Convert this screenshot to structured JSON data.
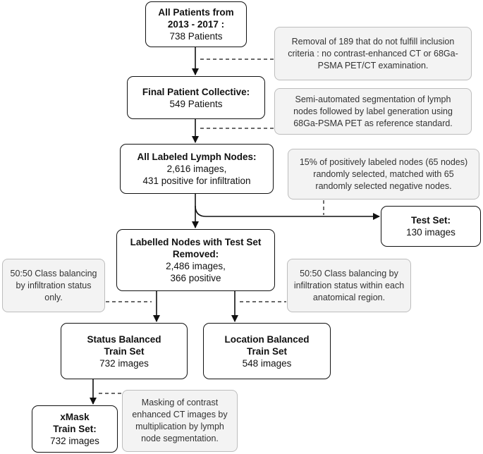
{
  "boxes": {
    "all_patients": {
      "title": "All Patients from\n2013 - 2017 :",
      "body": "738 Patients"
    },
    "final_collective": {
      "title": "Final Patient Collective:",
      "body": "549 Patients"
    },
    "all_labeled": {
      "title": "All Labeled Lymph Nodes:",
      "body": "2,616 images,\n431 positive for infiltration"
    },
    "test_set": {
      "title": "Test Set:",
      "body": "130 images"
    },
    "test_removed": {
      "title": "Labelled Nodes with Test Set\nRemoved:",
      "body": "2,486 images,\n366 positive"
    },
    "status_balanced": {
      "title": "Status Balanced\nTrain Set",
      "body": "732 images"
    },
    "location_balanced": {
      "title": "Location Balanced\nTrain Set",
      "body": "548 images"
    },
    "xmask": {
      "title": "xMask\nTrain Set:",
      "body": "732 images"
    }
  },
  "notes": {
    "removal": "Removal of 189 that do not fulfill inclusion criteria : no contrast-enhanced CT or 68Ga-PSMA PET/CT examination.",
    "segmentation": "Semi-automated segmentation of lymph nodes followed by label generation using 68Ga-PSMA PET as reference standard.",
    "selection": "15% of positively labeled nodes (65 nodes) randomly selected, matched with 65 randomly selected negative nodes.",
    "status_balancing": "50:50 Class balancing by infiltration status only.",
    "location_balancing": "50:50 Class balancing by infiltration status within each anatomical region.",
    "masking": "Masking of contrast enhanced CT images by multiplication by lymph node segmentation."
  }
}
